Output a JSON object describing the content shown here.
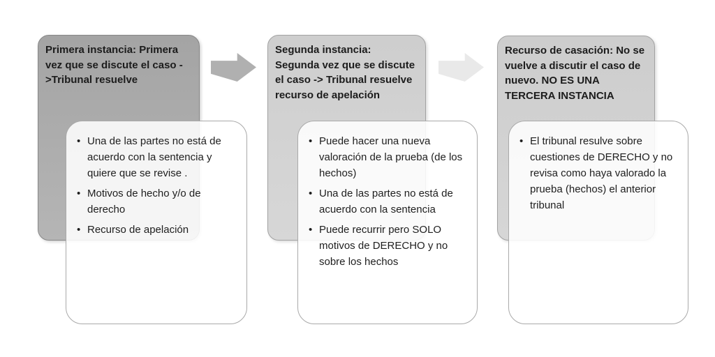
{
  "diagram": {
    "type": "process-flow",
    "language": "es",
    "stages": [
      {
        "header": "Primera instancia: Primera vez que se discute el caso ->Tribunal resuelve",
        "bullets": [
          "Una de las partes no está de acuerdo con la sentencia y quiere que se revise .",
          "Motivos de hecho y/o de derecho",
          "Recurso de apelación"
        ]
      },
      {
        "header": "Segunda instancia: Segunda vez que se discute el caso -> Tribunal resuelve recurso de apelación",
        "bullets": [
          "Puede hacer una nueva valoración de la prueba (de los hechos)",
          "Una de las partes no está de acuerdo con la sentencia",
          "Puede recurrir pero SOLO motivos de DERECHO y no sobre los hechos"
        ]
      },
      {
        "header": "Recurso de casación: No se vuelve a discutir el caso de nuevo. NO ES UNA TERCERA INSTANCIA",
        "bullets": [
          "El tribunal resulve sobre cuestiones de DERECHO y no revisa como haya valorado la prueba (hechos) el anterior tribunal"
        ]
      }
    ],
    "colors": {
      "stage1_header_fill": "#aaaaaa",
      "stage2_header_fill": "#d2d2d2",
      "stage3_header_fill": "#d1d1d1",
      "detail_box_fill": "#ffffff",
      "arrow1_fill": "#b0b0b0",
      "arrow2_fill": "#e9e9e9",
      "text_color": "#1c1c1c"
    }
  }
}
